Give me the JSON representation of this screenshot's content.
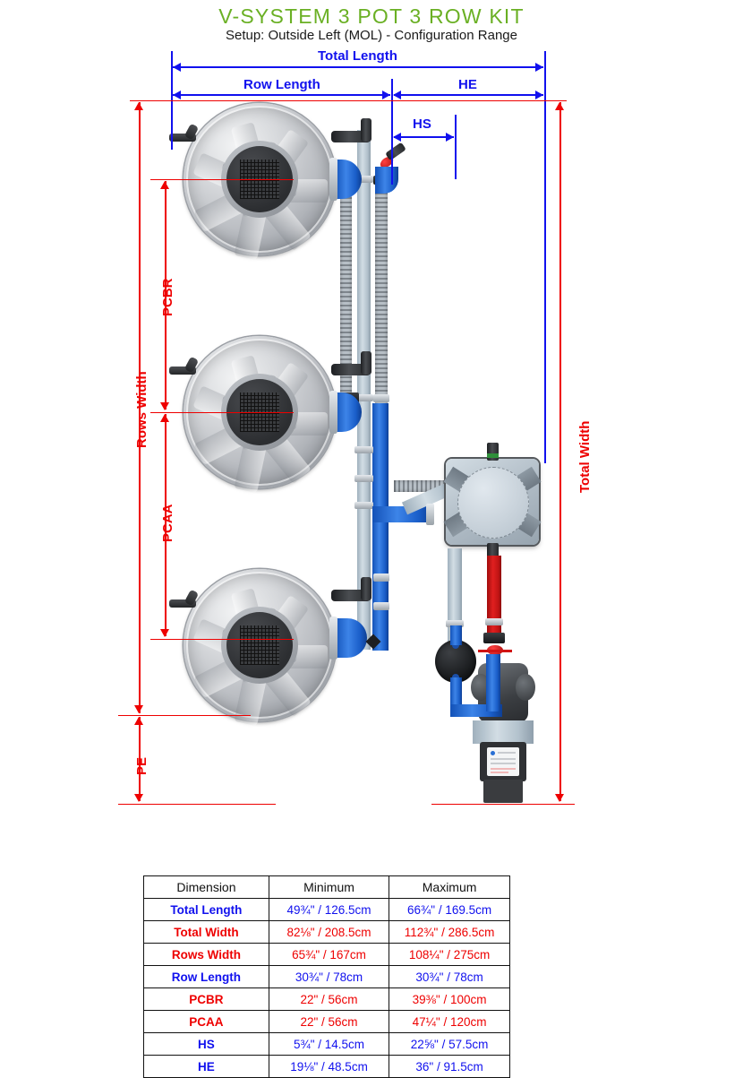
{
  "header": {
    "title": "V-SYSTEM 3 POT 3 ROW KIT",
    "subtitle": "Setup: Outside Left (MOL) - Configuration Range",
    "title_color": "#6ab024",
    "subtitle_color": "#1a1a1a"
  },
  "colors": {
    "blue_dimension": "#1111ee",
    "red_dimension": "#ee0000",
    "accent_green": "#6ab024"
  },
  "diagram": {
    "dimension_labels": {
      "total_length": "Total Length",
      "row_length": "Row Length",
      "he": "HE",
      "hs": "HS",
      "total_width": "Total Width",
      "rows_width": "Rows Width",
      "pcbr": "PCBR",
      "pcaa": "PCAA",
      "pe": "PE"
    }
  },
  "table": {
    "headers": [
      "Dimension",
      "Minimum",
      "Maximum"
    ],
    "rows": [
      {
        "dimension": "Total Length",
        "minimum": "49¾\" / 126.5cm",
        "maximum": "66¾\" / 169.5cm",
        "color": "#1111ee"
      },
      {
        "dimension": "Total Width",
        "minimum": "82⅛\" / 208.5cm",
        "maximum": "112¾\" / 286.5cm",
        "color": "#ee0000"
      },
      {
        "dimension": "Rows Width",
        "minimum": "65¾\" / 167cm",
        "maximum": "108¼\" / 275cm",
        "color": "#ee0000"
      },
      {
        "dimension": "Row Length",
        "minimum": "30¾\" / 78cm",
        "maximum": "30¾\" / 78cm",
        "color": "#1111ee"
      },
      {
        "dimension": "PCBR",
        "minimum": "22\" / 56cm",
        "maximum": "39⅜\" / 100cm",
        "color": "#ee0000"
      },
      {
        "dimension": "PCAA",
        "minimum": "22\" / 56cm",
        "maximum": "47¼\" / 120cm",
        "color": "#ee0000"
      },
      {
        "dimension": "HS",
        "minimum": "5¾\" / 14.5cm",
        "maximum": "22⅝\" / 57.5cm",
        "color": "#1111ee"
      },
      {
        "dimension": "HE",
        "minimum": "19⅛\" / 48.5cm",
        "maximum": "36\" / 91.5cm",
        "color": "#1111ee"
      }
    ]
  }
}
